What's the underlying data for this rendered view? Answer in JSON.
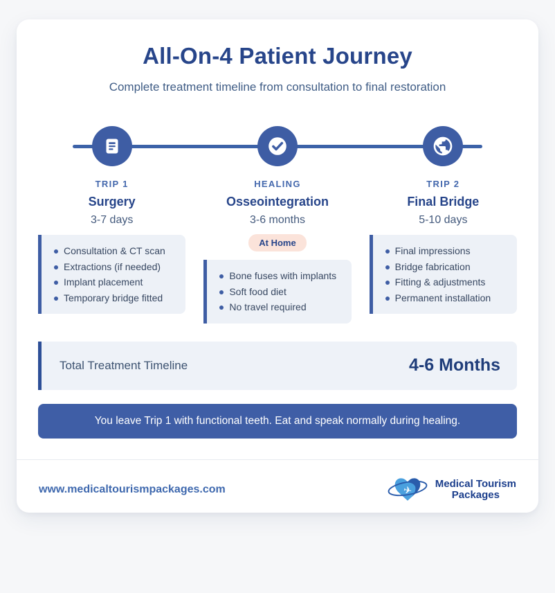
{
  "page": {
    "title": "All-On-4 Patient Journey",
    "subtitle": "Complete treatment timeline from consultation to final restoration"
  },
  "timeline": {
    "stages": [
      {
        "icon": "document-icon",
        "label": "TRIP 1",
        "title": "Surgery",
        "duration": "3-7 days",
        "items": [
          "Consultation & CT scan",
          "Extractions (if needed)",
          "Implant placement",
          "Temporary bridge fitted"
        ]
      },
      {
        "icon": "check-circle-icon",
        "label": "HEALING",
        "title": "Osseointegration",
        "duration": "3-6 months",
        "badge": "At Home",
        "items": [
          "Bone fuses with implants",
          "Soft food diet",
          "No travel required"
        ]
      },
      {
        "icon": "globe-icon",
        "label": "TRIP 2",
        "title": "Final Bridge",
        "duration": "5-10 days",
        "items": [
          "Final impressions",
          "Bridge fabrication",
          "Fitting & adjustments",
          "Permanent installation"
        ]
      }
    ]
  },
  "summary": {
    "label": "Total Treatment Timeline",
    "value": "4-6 Months"
  },
  "note": "You leave Trip 1 with functional teeth. Eat and speak normally during healing.",
  "footer": {
    "website": "www.medicaltourismpackages.com",
    "brand_line1": "Medical Tourism",
    "brand_line2": "Packages"
  },
  "colors": {
    "accent_blue": "#3e5da4",
    "line_blue": "#3c62a8",
    "title_navy": "#27458a",
    "summary_value_navy": "#1f3d7a",
    "box_bg": "#edf1f7",
    "badge_bg": "#fbe3da",
    "banner_bg": "#3f5ea6",
    "link_blue": "#3e68ae",
    "logo_light_blue": "#4aa0de",
    "logo_dark_blue": "#2a5cab"
  }
}
